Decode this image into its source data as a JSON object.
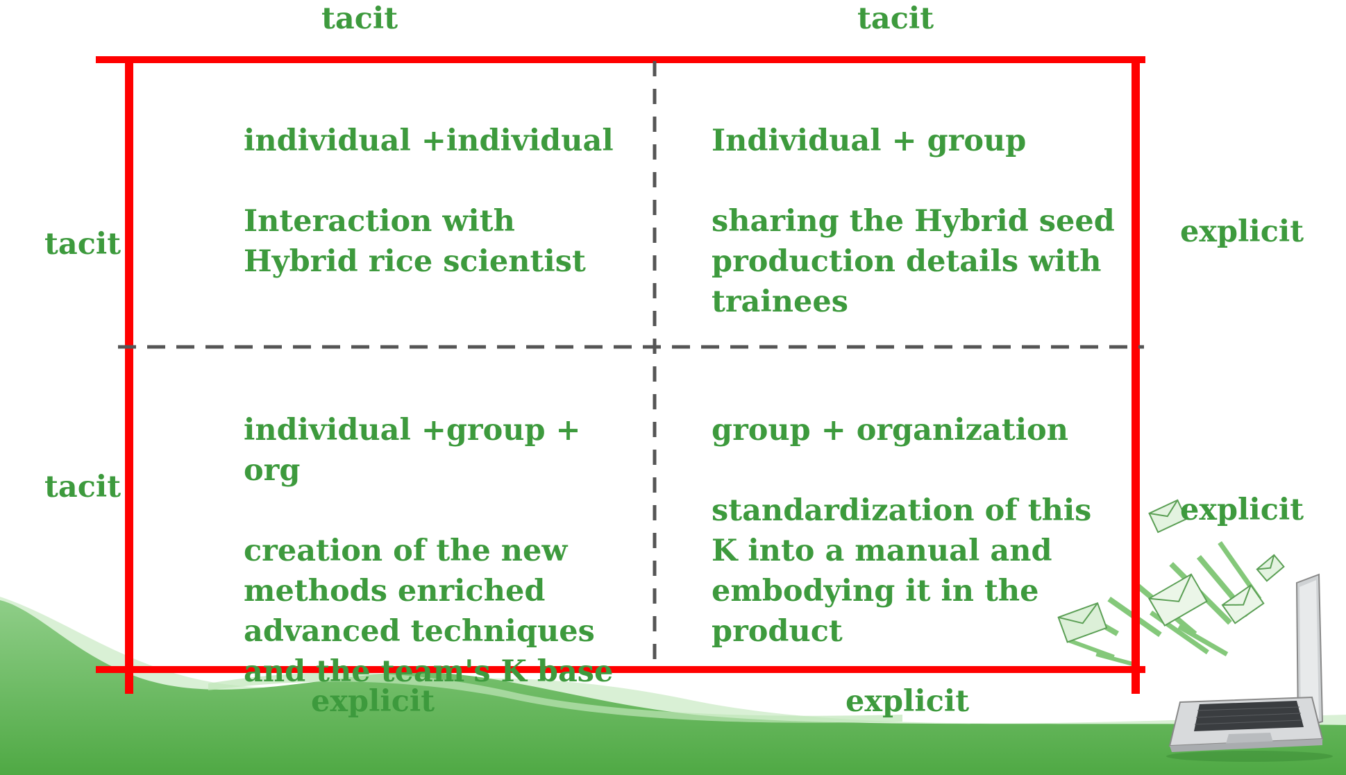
{
  "top_labels": [
    "tacit",
    "tacit"
  ],
  "left_labels": [
    "tacit",
    "tacit"
  ],
  "right_labels": [
    "explicit",
    "explicit"
  ],
  "bottom_labels": [
    "explicit",
    "explicit"
  ],
  "cells": [
    {
      "heading": "individual +individual",
      "body": "Interaction with\nHybrid rice scientist"
    },
    {
      "heading": "Individual + group",
      "body": "sharing the Hybrid seed\nproduction details with\ntrainees"
    },
    {
      "heading": "individual +group + org",
      "body": "creation of the new\nmethods enriched\nadvanced techniques\nand the team's K base"
    },
    {
      "heading": "group + organization",
      "body": "standardization of this\nK into a manual and\nembodying it in the\nproduct"
    }
  ],
  "colors": {
    "frame": "#ff0000",
    "divider": "#555555",
    "text": "#3d9a3d",
    "wave_light": "#9fd49a",
    "wave_dark": "#58b04c"
  },
  "decoration": "laptop-with-flying-envelopes"
}
